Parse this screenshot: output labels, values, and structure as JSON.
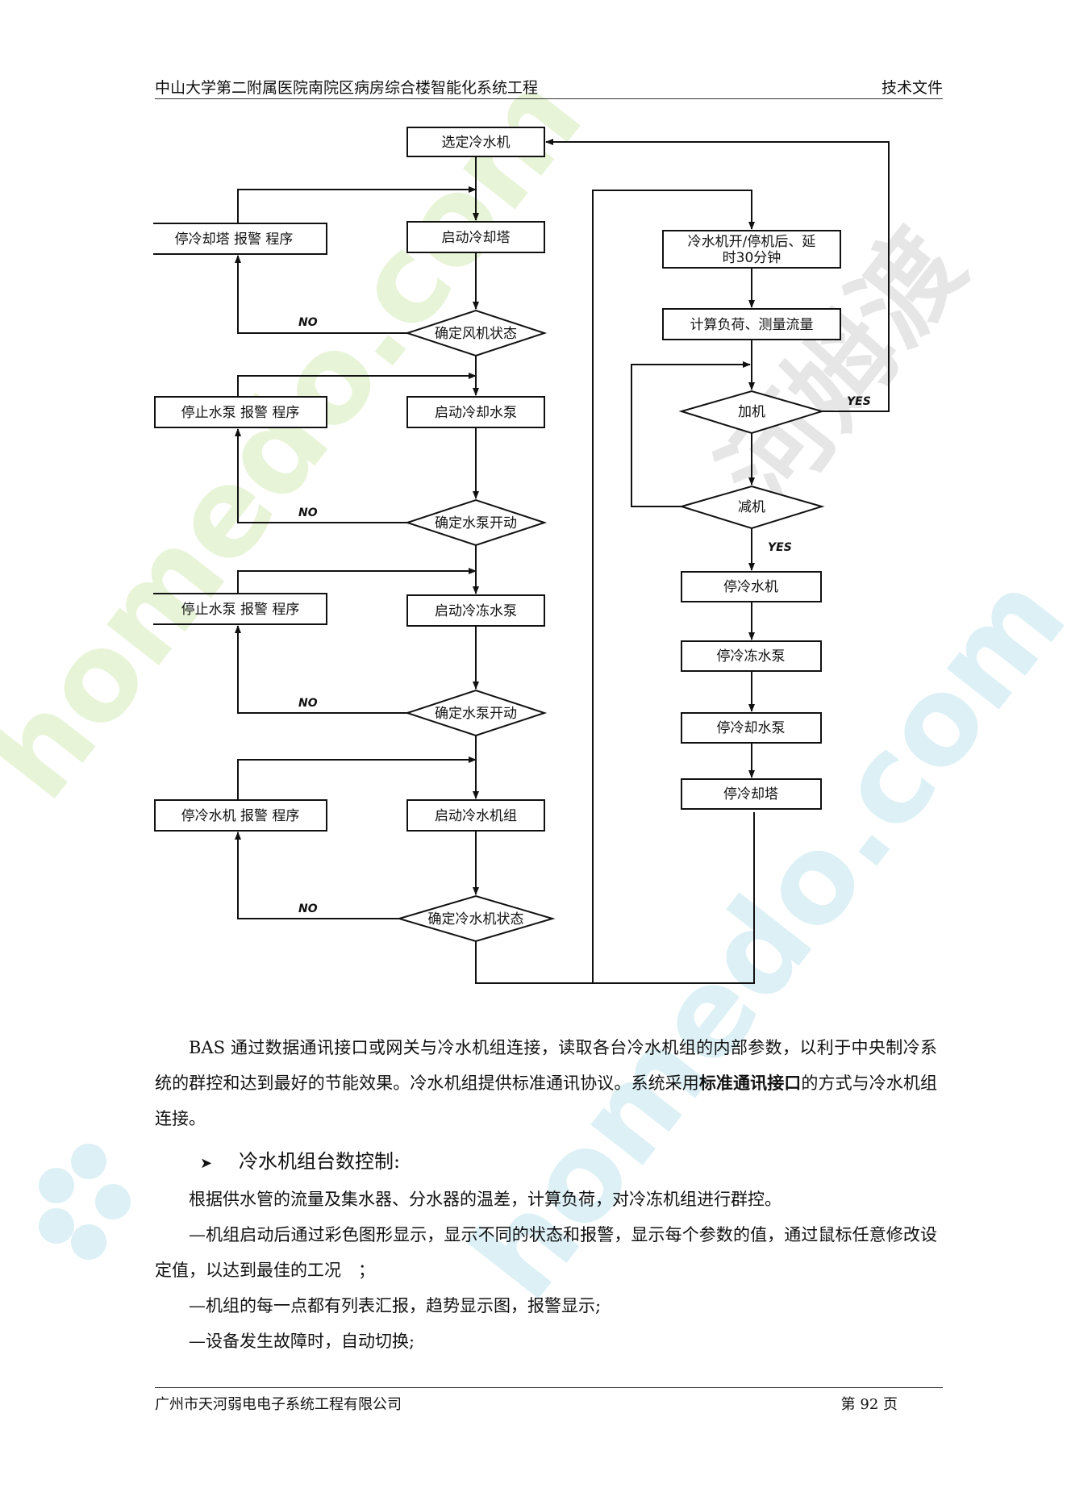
{
  "header": {
    "title": "中山大学第二附属医院南院区病房综合楼智能化系统工程",
    "doc_type": "技术文件"
  },
  "flowchart": {
    "left_col": {
      "n1": "选定冷水机",
      "n2": "启动冷却塔",
      "n3": "确定风机状态",
      "n4": "启动冷却水泵",
      "n5": "确定水泵开动",
      "n6": "启动冷冻水泵",
      "n7": "确定水泵开动",
      "n8": "启动冷水机组",
      "n9": "确定冷水机状态"
    },
    "alarms": {
      "a1": "停冷却塔 报警 程序",
      "a2": "停止水泵 报警 程序",
      "a3": "停止水泵 报警 程序",
      "a4": "停冷水机 报警 程序"
    },
    "right_col": {
      "r1_line1": "冷水机开/停机后、延",
      "r1_line2": "时30分钟",
      "r2": "计算负荷、测量流量",
      "r3": "加机",
      "r4": "减机",
      "r5": "停冷水机",
      "r6": "停冷冻水泵",
      "r7": "停冷却水泵",
      "r8": "停冷却塔"
    },
    "labels": {
      "no": "NO",
      "yes": "YES"
    }
  },
  "body": {
    "para1_a": "BAS 通过数据通讯接口或网关与冷水机组连接，读取各台冷水机组的内部参数，以利于中央制冷系统的群控和达到最好的节能效果。冷水机组提供标准通讯协议。系统采用",
    "para1_bold": "标准通讯接口",
    "para1_b": "的方式与冷水机组连接。",
    "heading": "冷水机组台数控制:",
    "para2": "根据供水管的流量及集水器、分水器的温差，计算负荷，对冷冻机组进行群控。",
    "para3": "—机组启动后通过彩色图形显示，显示不同的状态和报警，显示每个参数的值，通过鼠标任意修改设定值，以达到最佳的工况　；",
    "para4": "—机组的每一点都有列表汇报，趋势显示图，报警显示;",
    "para5": "—设备发生故障时，自动切换;"
  },
  "footer": {
    "company": "广州市天河弱电电子系统工程有限公司",
    "page": "第 92 页"
  },
  "watermark": {
    "text1": "homedo.com",
    "text2": "河姆渡"
  },
  "colors": {
    "watermark_green": "#e8f4d8",
    "watermark_blue": "#dcf0f6",
    "watermark_grey": "#e6e6e6"
  }
}
